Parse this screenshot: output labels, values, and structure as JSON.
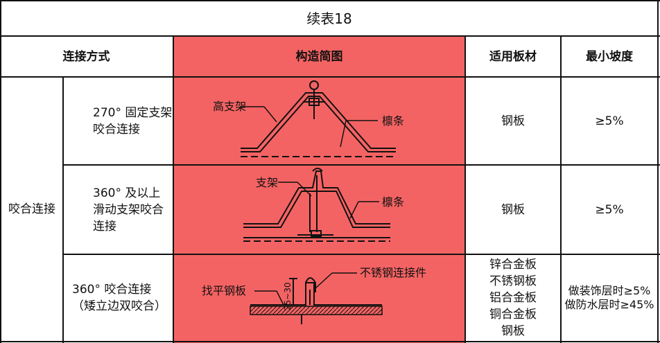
{
  "title": "续表18",
  "headers": {
    "connection": "连接方式",
    "diagram": "构造简图",
    "material": "适用板材",
    "slope": "最小坡度"
  },
  "group_label": "咬合连接",
  "rows": [
    {
      "method_lines": [
        "270° 固定支架",
        "咬合连接"
      ],
      "diagram_labels": [
        "高支架",
        "檩条"
      ],
      "material_lines": [
        "钢板"
      ],
      "slope_lines": [
        "≥5%"
      ]
    },
    {
      "method_lines": [
        "360° 及以上",
        "滑动支架咬合",
        "连接"
      ],
      "diagram_labels": [
        "支架",
        "檩条"
      ],
      "material_lines": [
        "钢板"
      ],
      "slope_lines": [
        "≥5%"
      ]
    },
    {
      "method_lines": [
        "360° 咬合连接",
        "（矮立边双咬合）"
      ],
      "diagram_labels": [
        "找平钢板",
        "不锈钢连接件",
        "25~30"
      ],
      "material_lines": [
        "锌合金板",
        "不锈钢板",
        "铝合金板",
        "铜合金板",
        "钢板"
      ],
      "slope_lines": [
        "做装饰层时≥5%",
        "做防水层时≥45%"
      ]
    }
  ],
  "colors": {
    "highlight": "#f46363",
    "line": "#111111"
  }
}
